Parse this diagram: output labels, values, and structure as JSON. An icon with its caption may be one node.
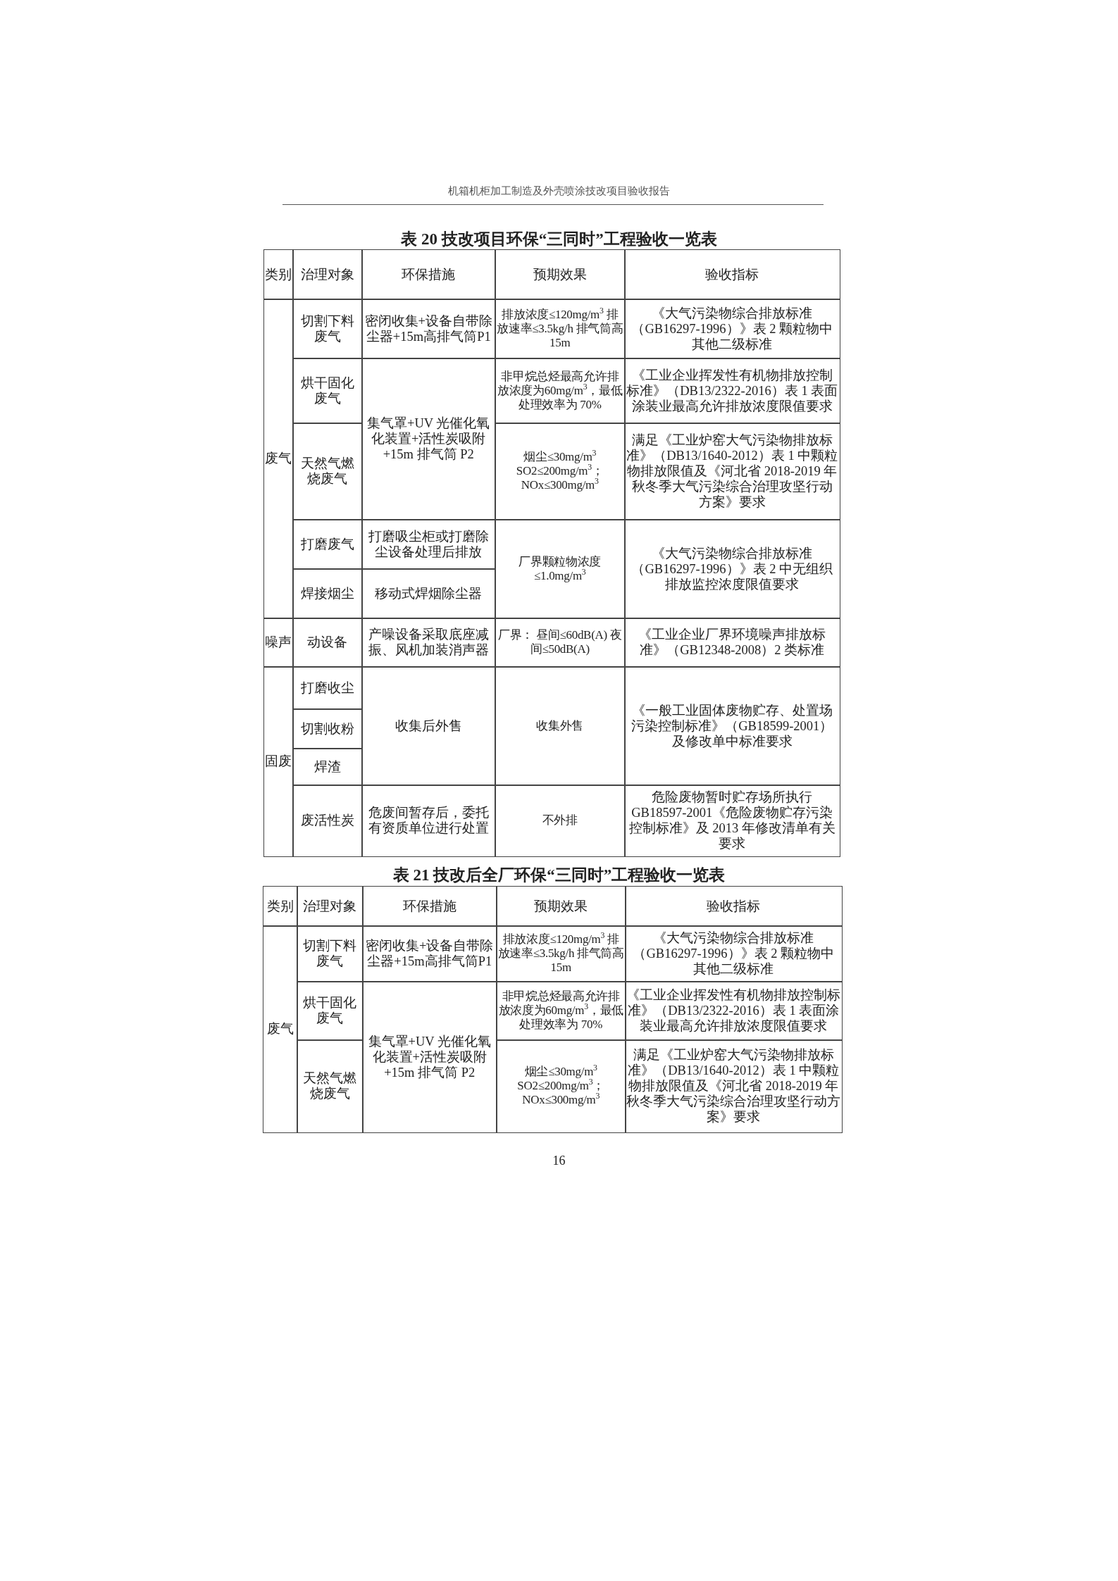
{
  "diagram": {
    "labels": [
      "机箱机柜加工制造及外壳喷涂技改项目验收报告",
      "表 20 技改项目环保“三同时”工程验收一览表",
      "类别",
      "治理对象",
      "环保措施",
      "预期效果",
      "验收指标",
      "废气",
      "切割下料废气",
      "密闭收集+设备自带除尘器+15m高排气筒P1",
      "排放浓度≤120mg/m$^{3}$ 排放速率≤3.5kg/h 排气筒高 15m",
      "《大气污染物综合排放标准（GB16297-1996）》表 2 颗粒物中其他二级标准",
      "烘干固化废气",
      "集气罩+UV 光催化氧化装置+活性炭吸附+15m 排气筒 P2",
      "非甲烷总烃最高允许排放浓度为60mg/m$^{3}$，最低处理效率为 70%",
      "《工业企业挥发性有机物排放控制标准》（DB13/2322-2016）表 1 表面涂装业最高允许排放浓度限值要求",
      "天然气燃烧废气",
      "烟尘≤30mg/m$^{3}$ SO2≤200mg/m$^{3}$； NOx≤300mg/m$^{3}$",
      "满足《工业炉窑大气污染物排放标准》（DB13/1640-2012）表 1 中颗粒物排放限值及《河北省 2018-2019 年秋冬季大气污染综合治理攻坚行动方案》要求",
      "打磨废气",
      "打磨吸尘柜或打磨除尘设备处理后排放",
      "厂界颗粒物浓度≤1.0mg/m$^{3}$",
      "《大气污染物综合排放标准（GB16297-1996）》表 2 中无组织排放监控浓度限值要求",
      "焊接烟尘",
      "移动式焊烟除尘器",
      "噪声",
      "动设备",
      "产噪设备采取底座减振、风机加装消声器",
      "厂界： 昼间≤60dB(A) 夜间≤50dB(A)",
      "《工业企业厂界环境噪声排放标准》（GB12348-2008）2 类标准",
      "固废",
      "打磨收尘",
      "收集后外售",
      "收集外售",
      "《一般工业固体废物贮存、处置场污染控制标准》（GB18599-2001）及修改单中标准要求",
      "切割收粉",
      "焊渣",
      "废活性炭",
      "危废间暂存后，委托有资质单位进行处置",
      "不外排",
      "危险废物暂时贮存场所执行 GB18597-2001《危险废物贮存污染控制标准》及 2013 年修改清单有关要求",
      "表 21 技改后全厂环保“三同时”工程验收一览表",
      "类别",
      "治理对象",
      "环保措施",
      "预期效果",
      "验收指标",
      "废气",
      "切割下料废气",
      "密闭收集+设备自带除尘器+15m高排气筒P1",
      "排放浓度≤120mg/m$^{3}$ 排放速率≤3.5kg/h 排气筒高 15m",
      "《大气污染物综合排放标准（GB16297-1996）》表 2 颗粒物中其他二级标准",
      "烘干固化废气",
      "集气罩+UV 光催化氧化装置+活性炭吸附+15m 排气筒 P2",
      "非甲烷总烃最高允许排放浓度为60mg/m$^{3}$，最低处理效率为 70%",
      "《工业企业挥发性有机物排放控制标准》（DB13/2322-2016）表 1 表面涂装业最高允许排放浓度限值要求",
      "天然气燃烧废气",
      "烟尘≤30mg/m$^{3}$ SO2≤200mg/m$^{3}$； NOx≤300mg/m$^{3}$",
      "满足《工业炉窑大气污染物排放标准》（DB13/1640-2012）表 1 中颗粒物排放限值及《河北省 2018-2019 年秋冬季大气污染综合治理攻坚行动方案》要求",
      "16"
    ]
  }
}
